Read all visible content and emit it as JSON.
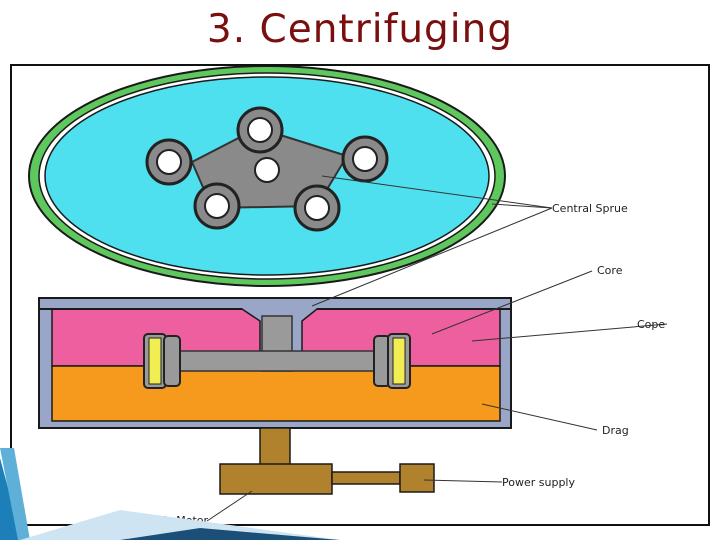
{
  "slide": {
    "title": "3. Centrifuging"
  },
  "diagram": {
    "labels": {
      "central_sprue": "Central Sprue",
      "core": "Core",
      "cope": "Cope",
      "drag": "Drag",
      "power_supply": "Power supply",
      "electric_motor": "Electric Motor"
    },
    "colors": {
      "title": "#7a0f0f",
      "mould_plate": "#4fe0f0",
      "outer_ring": "#5ec85e",
      "cope": "#ee5fa0",
      "drag": "#f59a1c",
      "core_gray": "#9a9a9a",
      "core_end": "#f2ee52",
      "shaft": "#b0822e",
      "frame": "#9aa6c8",
      "accent_blue": "#1c7fb8"
    }
  }
}
